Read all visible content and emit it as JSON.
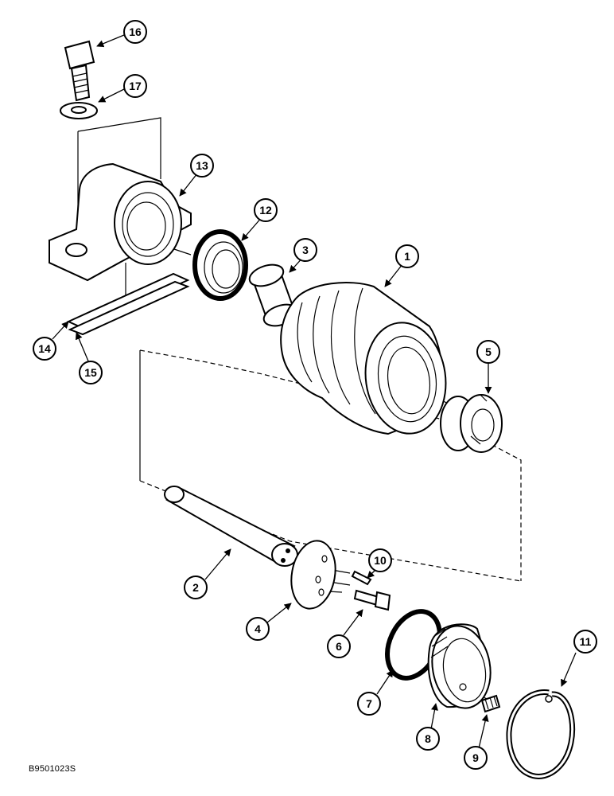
{
  "figure_code": "B9501023S",
  "callouts": {
    "c1": "1",
    "c2": "2",
    "c3": "3",
    "c4": "4",
    "c5": "5",
    "c6": "6",
    "c7": "7",
    "c8": "8",
    "c9": "9",
    "c10": "10",
    "c11": "11",
    "c12": "12",
    "c13": "13",
    "c14": "14",
    "c15": "15",
    "c16": "16",
    "c17": "17"
  }
}
